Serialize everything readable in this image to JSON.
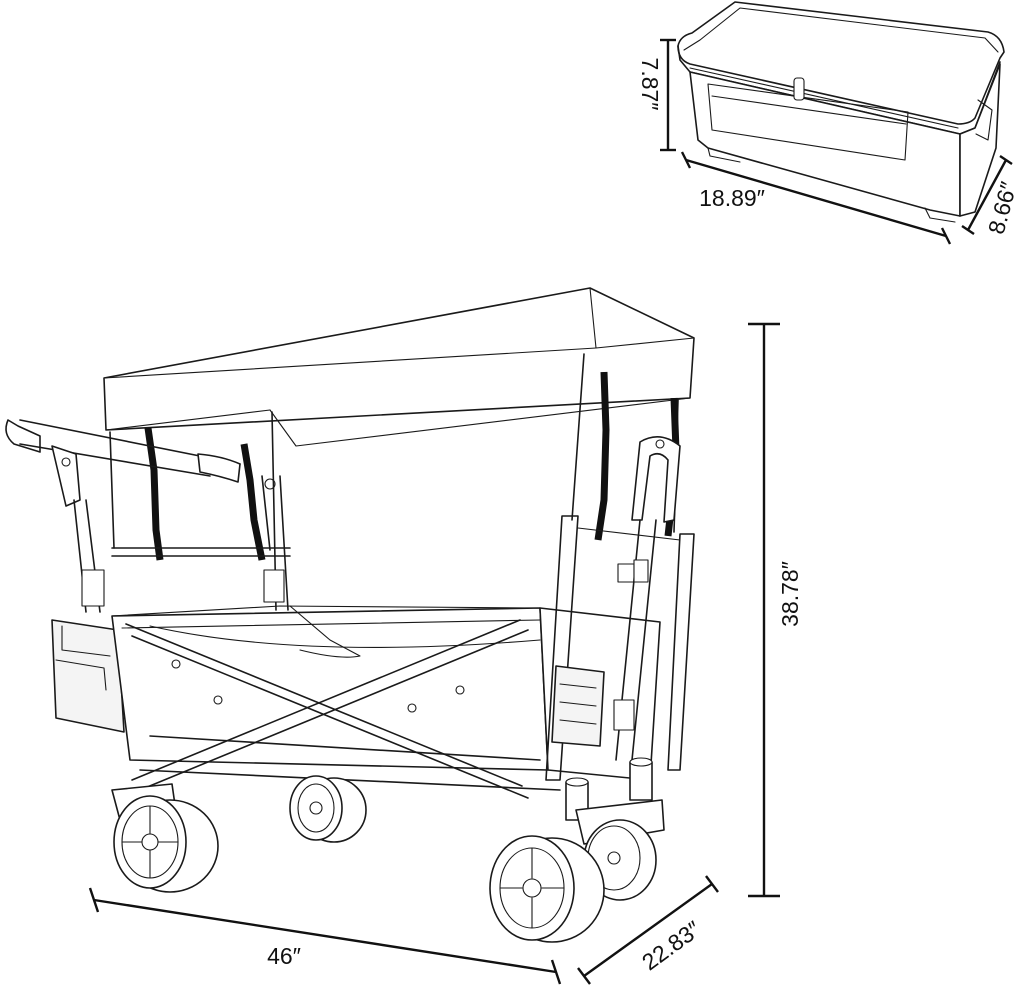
{
  "diagram": {
    "dimensions": {
      "bag_height": "7.87″",
      "bag_length": "18.89″",
      "bag_depth": "8.66″",
      "wagon_height": "38.78″",
      "wagon_length": "46″",
      "wagon_width": "22.83″"
    },
    "colors": {
      "line": "#1a1a1a",
      "background": "#ffffff"
    }
  }
}
